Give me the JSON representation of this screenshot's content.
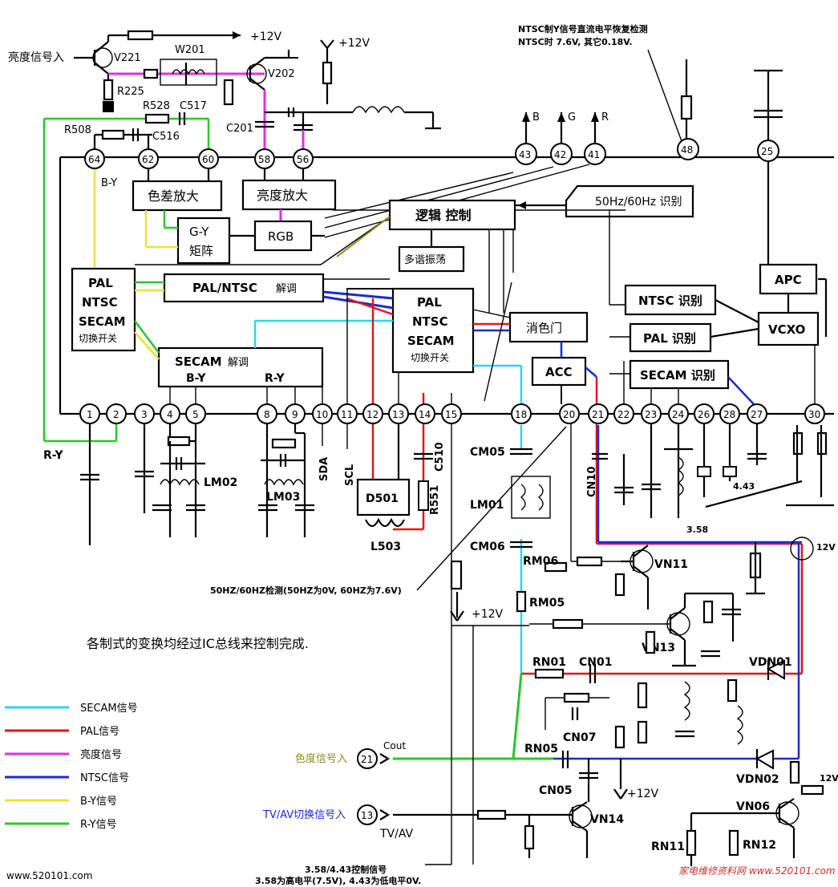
{
  "top_note": {
    "line1": "NTSC制Y信号直流电平恢复检测",
    "line2": "NTSC时 7.6V, 其它0.18V."
  },
  "mid_note": "各制式的变换均经过IC总线来控制完成.",
  "note_50_60": "50HZ/60HZ检测(50HZ为0V, 60HZ为7.6V)",
  "bottom_note": {
    "line1": "3.58/4.43控制信号",
    "line2": "3.58为高电平(7.5V), 4.43为低电平0V."
  },
  "inputs": {
    "luma_in": "亮度信号入",
    "chroma_in": "色度信号入",
    "tvav_in": "TV/AV切换信号入",
    "tvav": "TV/AV",
    "cout": "Cout"
  },
  "blocks": {
    "color_diff_amp": "色差放大",
    "luma_amp": "亮度放大",
    "gy_1": "G-Y",
    "gy_2": "矩阵",
    "rgb": "RGB",
    "logic": "逻辑 控制",
    "multivib": "多谐振荡",
    "hz_detect": "50Hz/60Hz 识别",
    "sw1_1": "PAL",
    "sw1_2": "NTSC",
    "sw1_3": "SECAM",
    "sw1_4": "切换开关",
    "pal_ntsc_demod": "PAL/NTSC",
    "demod": "解调",
    "sw2_1": "PAL",
    "sw2_2": "NTSC",
    "sw2_3": "SECAM",
    "sw2_4": "切换开关",
    "killer": "消色门",
    "acc": "ACC",
    "secam_demod": "SECAM",
    "secam_demod2": "解调",
    "by": "B-Y",
    "ry": "R-Y",
    "ntsc_id": "NTSC 识别",
    "pal_id": "PAL 识别",
    "secam_id": "SECAM 识别",
    "apc": "APC",
    "vcxo": "VCXO",
    "d501": "D501"
  },
  "pins_top": [
    "64",
    "62",
    "60",
    "58",
    "56",
    "43",
    "42",
    "41",
    "48",
    "25"
  ],
  "pins_bottom": [
    "1",
    "2",
    "3",
    "4",
    "5",
    "8",
    "9",
    "10",
    "11",
    "12",
    "13",
    "14",
    "15",
    "18",
    "20",
    "21",
    "22",
    "23",
    "24",
    "26",
    "28",
    "27",
    "30"
  ],
  "pin_21_ext": "21",
  "pin_13_ext": "13",
  "rgb_out": {
    "b": "B",
    "g": "G",
    "r": "R"
  },
  "components": {
    "v221": "V221",
    "w201": "W201",
    "v202": "V202",
    "r225": "R225",
    "r528": "R528",
    "c517": "C517",
    "r508": "R508",
    "c516": "C516",
    "c201": "C201",
    "by_label": "B-Y",
    "ry_label": "R-Y",
    "lm02": "LM02",
    "lm03": "LM03",
    "sda": "SDA",
    "scl": "SCL",
    "l503": "L503",
    "r551": "R551",
    "c510": "C510",
    "cm05": "CM05",
    "lm01": "LM01",
    "cm06": "CM06",
    "rm06": "RM06",
    "rm05": "RM05",
    "cn10": "CN10",
    "vn11": "VN11",
    "vn13": "VN13",
    "vdn01": "VDN01",
    "vdn02": "VDN02",
    "rn01": "RN01",
    "cn01": "CN01",
    "cn07": "CN07",
    "rn05": "RN05",
    "cn05": "CN05",
    "vn14": "VN14",
    "vn06": "VN06",
    "rn11": "RN11",
    "rn12": "RN12",
    "x443": "4.43",
    "x358": "3.58",
    "v12a": "+12V",
    "v12b": "+12V",
    "v12c": "+12V",
    "v12d": "+12V",
    "v12e": "12V",
    "v12f": "12V"
  },
  "legend": [
    {
      "label": "SECAM信号",
      "color": "#28d8e8"
    },
    {
      "label": "PAL信号",
      "color": "#e01818"
    },
    {
      "label": "亮度信号",
      "color": "#e030e0"
    },
    {
      "label": "NTSC信号",
      "color": "#1a2ccc"
    },
    {
      "label": "B-Y信号",
      "color": "#f0e030"
    },
    {
      "label": "R-Y信号",
      "color": "#28c828"
    }
  ],
  "colors": {
    "secam": "#28d8e8",
    "pal": "#e01818",
    "luma": "#e030e0",
    "ntsc": "#1a2ccc",
    "by": "#f0e030",
    "ry": "#28c828",
    "chroma": "#8a8a20"
  },
  "watermark_left": "www.520101.com",
  "watermark_right": "家电维修资料网 www.520101.com"
}
